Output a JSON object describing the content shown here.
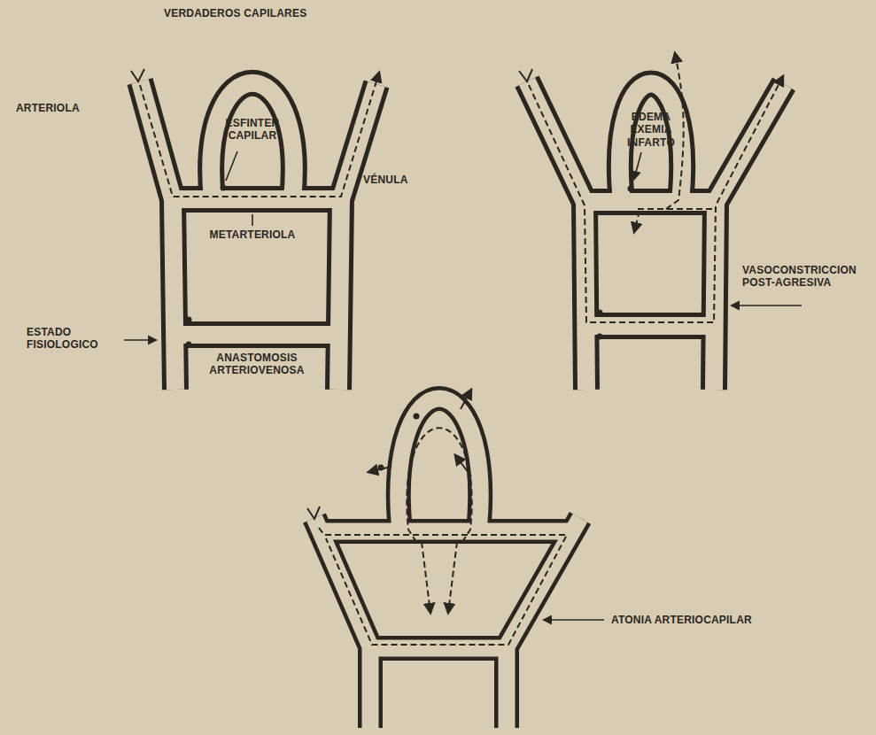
{
  "diagram": {
    "labels": [
      "VERDADEROS CAPILARES",
      "ARTERIOLA",
      "ESFINTER CAPILAR",
      "VÉNULA",
      "METARTERIOLA",
      "ESTADO FISIOLOGICO",
      "ANASTOMOSIS ARTERIOVENOSA",
      "EDEMA EXEMIA INFARTO",
      "VASOCONSTRICCION POST-AGRESIVA",
      "ATONIA ARTERIOCAPILAR"
    ]
  }
}
